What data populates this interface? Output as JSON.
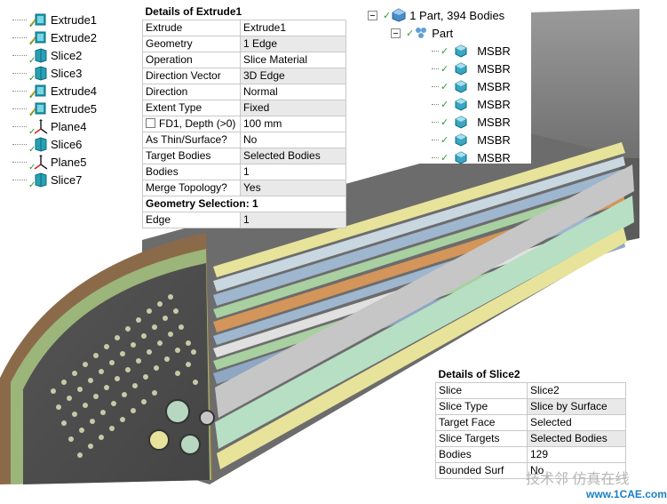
{
  "tree": {
    "items": [
      {
        "label": "Extrude1",
        "icon": "extrude-icon"
      },
      {
        "label": "Extrude2",
        "icon": "extrude-icon"
      },
      {
        "label": "Slice2",
        "icon": "slice-icon"
      },
      {
        "label": "Slice3",
        "icon": "slice-icon"
      },
      {
        "label": "Extrude4",
        "icon": "extrude-icon"
      },
      {
        "label": "Extrude5",
        "icon": "extrude-icon"
      },
      {
        "label": "Plane4",
        "icon": "plane-icon"
      },
      {
        "label": "Slice6",
        "icon": "slice-icon"
      },
      {
        "label": "Plane5",
        "icon": "plane-icon"
      },
      {
        "label": "Slice7",
        "icon": "slice-icon"
      }
    ]
  },
  "details_extrude": {
    "title": "Details of Extrude1",
    "rows": [
      {
        "key": "Extrude",
        "value": "Extrude1"
      },
      {
        "key": "Geometry",
        "value": "1 Edge"
      },
      {
        "key": "Operation",
        "value": "Slice Material"
      },
      {
        "key": "Direction Vector",
        "value": "3D Edge"
      },
      {
        "key": "Direction",
        "value": "Normal"
      },
      {
        "key": "Extent Type",
        "value": "Fixed"
      },
      {
        "key": "FD1,  Depth (>0)",
        "value": "100 mm"
      },
      {
        "key": "As Thin/Surface?",
        "value": "No"
      },
      {
        "key": "Target Bodies",
        "value": "Selected Bodies"
      },
      {
        "key": "Bodies",
        "value": "1"
      },
      {
        "key": "Merge Topology?",
        "value": "Yes"
      }
    ],
    "section": "Geometry Selection: 1",
    "section_rows": [
      {
        "key": "Edge",
        "value": "1"
      }
    ]
  },
  "part_tree": {
    "root": "1 Part, 394 Bodies",
    "part": "Part",
    "bodies": [
      "MSBR",
      "MSBR",
      "MSBR",
      "MSBR",
      "MSBR",
      "MSBR",
      "MSBR"
    ]
  },
  "details_slice": {
    "title": "Details of Slice2",
    "rows": [
      {
        "key": "Slice",
        "value": "Slice2"
      },
      {
        "key": "Slice Type",
        "value": "Slice by Surface"
      },
      {
        "key": "Target Face",
        "value": "Selected"
      },
      {
        "key": "Slice Targets",
        "value": "Selected Bodies"
      },
      {
        "key": "Bodies",
        "value": "129"
      },
      {
        "key": "Bounded Surf",
        "value": "No"
      }
    ]
  },
  "watermark": {
    "text": "技术邻 仿真在线",
    "url": "www.1CAE.com"
  },
  "colors": {
    "body_grey": "#7a7a7a",
    "shell_brown": "#8b6a4a",
    "shell_green": "#9bb57a",
    "rod_yellow": "#e8e39a",
    "rod_blue": "#9fb6cf",
    "rod_orange": "#d4955a",
    "rod_green": "#a8d0a0",
    "check_green": "#2e9a2e"
  }
}
